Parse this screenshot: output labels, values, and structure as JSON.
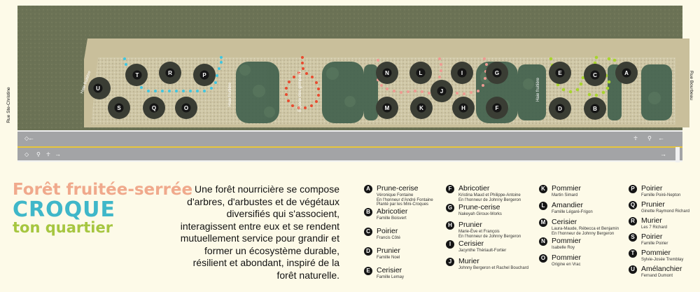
{
  "streets": {
    "left": "Rue Ste-Christine",
    "right": "Rue Bourbeau"
  },
  "hedges": {
    "h1": "Haie fruitière",
    "h2": "Haie fruitière",
    "h3": "Haie fruitière"
  },
  "climbing_space": "Espace des grimpants",
  "title": {
    "line1": "Forêt fruitée-serrée",
    "line2": "CROQUE",
    "line3": "ton quartier"
  },
  "description": "Une forêt nourricière se compose d'arbres, d'arbustes et de végétaux diversifiés qui s'associent, interagissent entre eux et se rendent mutuellement service pour grandir et former un écosystème durable, résilient et abondant, inspiré de la forêt naturelle.",
  "legend": [
    {
      "letter": "A",
      "name": "Prune-cerise",
      "desc": [
        "Véronique Fontaine",
        "En l'honneur d'André Fontaine",
        "Planté par les Mini-Croques"
      ]
    },
    {
      "letter": "B",
      "name": "Abricotier",
      "desc": [
        "Famille Boisvert"
      ]
    },
    {
      "letter": "C",
      "name": "Poirier",
      "desc": [
        "Francis Côté"
      ]
    },
    {
      "letter": "D",
      "name": "Prunier",
      "desc": [
        "Famille Noel"
      ]
    },
    {
      "letter": "E",
      "name": "Cerisier",
      "desc": [
        "Famille Lemay"
      ]
    },
    {
      "letter": "F",
      "name": "Abricotier",
      "desc": [
        "Kristina Maud et Philippe-Antoine",
        "En l'honneur de Johnny Bergeron"
      ]
    },
    {
      "letter": "G",
      "name": "Prune-cerise",
      "desc": [
        "Nakeyah Giroux-Works"
      ]
    },
    {
      "letter": "H",
      "name": "Prunier",
      "desc": [
        "Marie-Ève et François",
        "En l'honneur de Johnny Bergeron"
      ]
    },
    {
      "letter": "I",
      "name": "Cerisier",
      "desc": [
        "Jacynthe Thériault-Fortier"
      ]
    },
    {
      "letter": "J",
      "name": "Murier",
      "desc": [
        "Johnny Bergeron et Rachel Bouchard"
      ]
    },
    {
      "letter": "K",
      "name": "Pommier",
      "desc": [
        "Martin Simard"
      ]
    },
    {
      "letter": "L",
      "name": "Amandier",
      "desc": [
        "Famille Légaré-Frigon"
      ]
    },
    {
      "letter": "M",
      "name": "Cerisier",
      "desc": [
        "Laura-Maude, Rébecca et Benjamin",
        "En l'honneur de Johnny Bergeron"
      ]
    },
    {
      "letter": "N",
      "name": "Pommier",
      "desc": [
        "Isabelle Roy"
      ]
    },
    {
      "letter": "O",
      "name": "Pommier",
      "desc": [
        "Origine en Vrac"
      ]
    },
    {
      "letter": "P",
      "name": "Poirier",
      "desc": [
        "Famille Poiré-Nepton"
      ]
    },
    {
      "letter": "Q",
      "name": "Prunier",
      "desc": [
        "Ginette Raymond Richard"
      ]
    },
    {
      "letter": "R",
      "name": "Murier",
      "desc": [
        "Les 7 Richard"
      ]
    },
    {
      "letter": "S",
      "name": "Poirier",
      "desc": [
        "Famille Poirier"
      ]
    },
    {
      "letter": "T",
      "name": "Pommier",
      "desc": [
        "Sylvie-Josée Tremblay"
      ]
    },
    {
      "letter": "U",
      "name": "Amélanchier",
      "desc": [
        "Fernand Dumont"
      ]
    }
  ],
  "colors": {
    "grass": "#6a7356",
    "path": "#c9bf9b",
    "road": "#a3a4a6",
    "line": "#e8c63a",
    "cyan": "#3fc6e0",
    "red": "#e84b2f",
    "pink": "#ef9a92",
    "lime": "#a8d42e",
    "tree": "#3a3d34",
    "shrub": "#3f5f4c"
  },
  "icons": [
    "walker-icon",
    "bike-icon",
    "direction-arrow-icon"
  ]
}
